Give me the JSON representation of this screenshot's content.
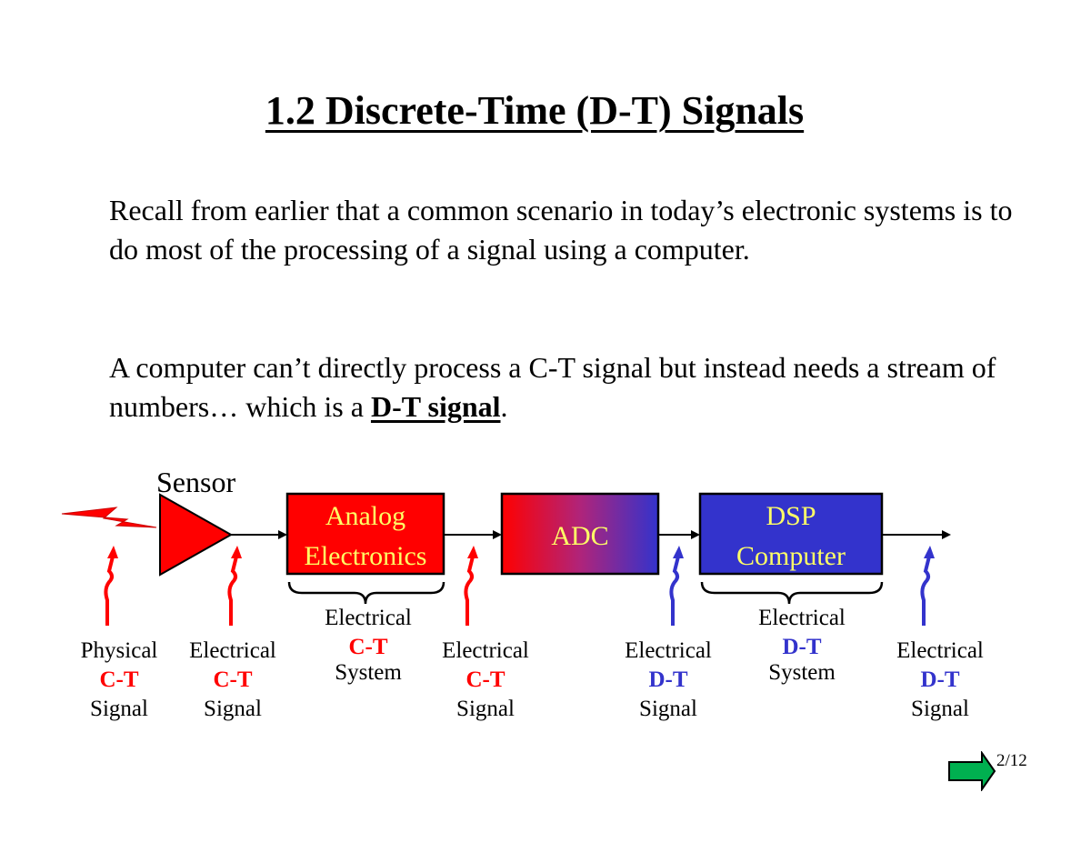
{
  "slide": {
    "title": "1.2 Discrete-Time (D-T) Signals",
    "para1": "Recall from earlier that a common scenario in today’s electronic systems is to do most of the processing of a signal using a computer.",
    "para2_prefix": "A computer can’t directly process a C-T signal but instead needs a stream of numbers…  which is a ",
    "para2_emph": "D-T signal",
    "para2_suffix": ".",
    "page_number": "2/12"
  },
  "diagram": {
    "sensor_label": "Sensor",
    "boxes": {
      "analog_line1": "Analog",
      "analog_line2": "Electronics",
      "adc": "ADC",
      "dsp_line1": "DSP",
      "dsp_line2": "Computer"
    },
    "signals": [
      {
        "line1": "Physical",
        "line2": "C-T",
        "line3": "Signal"
      },
      {
        "line1": "Electrical",
        "line2": "C-T",
        "line3": "Signal"
      },
      {
        "line1": "Electrical",
        "line2": "C-T",
        "line3": "Signal"
      },
      {
        "line1": "Electrical",
        "line2": "D-T",
        "line3": "Signal"
      },
      {
        "line1": "Electrical",
        "line2": "D-T",
        "line3": "Signal"
      }
    ],
    "systems": [
      {
        "line1": "Electrical",
        "line2": "C-T",
        "line3": "System"
      },
      {
        "line1": "Electrical",
        "line2": "D-T",
        "line3": "System"
      }
    ],
    "colors": {
      "ct": "#ff0000",
      "dt": "#3333cc",
      "box_text": "#ffff66",
      "next_arrow": "#00b050"
    }
  }
}
